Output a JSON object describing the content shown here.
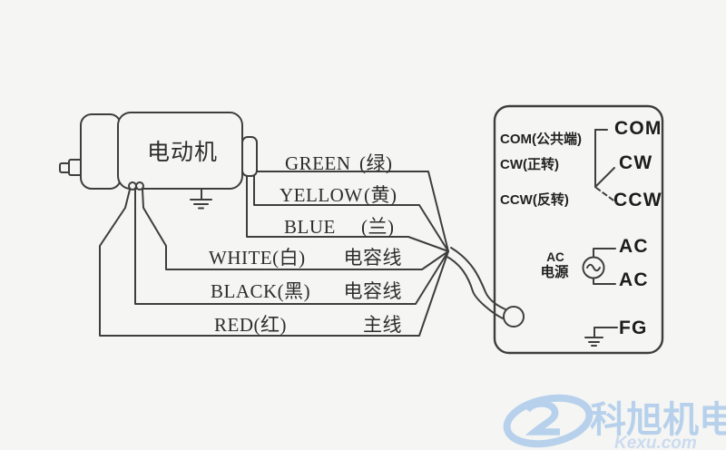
{
  "motor": {
    "label": "电动机"
  },
  "wires": [
    {
      "en": "GREEN",
      "cn": "(绿)",
      "note": ""
    },
    {
      "en": "YELLOW",
      "cn": "(黄)",
      "note": ""
    },
    {
      "en": "BLUE",
      "cn": "(兰)",
      "note": ""
    },
    {
      "en": "WHITE(白)",
      "cn": "",
      "note": "电容线"
    },
    {
      "en": "BLACK(黑)",
      "cn": "",
      "note": "电容线"
    },
    {
      "en": "RED(红)",
      "cn": "",
      "note": "主线"
    }
  ],
  "controller": {
    "inputs": [
      {
        "label": "COM(公共端)"
      },
      {
        "label": "CW(正转)"
      },
      {
        "label": "CCW(反转)"
      }
    ],
    "terminals": [
      "COM",
      "CW",
      "CCW"
    ],
    "ac_source": {
      "line1": "AC",
      "line2": "电源"
    },
    "ac_terminal_top": "AC",
    "ac_terminal_bottom": "AC",
    "fg_terminal": "FG"
  },
  "watermark": {
    "brand": "科旭机电",
    "domain": "Kexu.com"
  },
  "colors": {
    "line": "#3e3e3e",
    "watermark_blue": "#b7d1ec",
    "background": "#f5f5f3"
  }
}
